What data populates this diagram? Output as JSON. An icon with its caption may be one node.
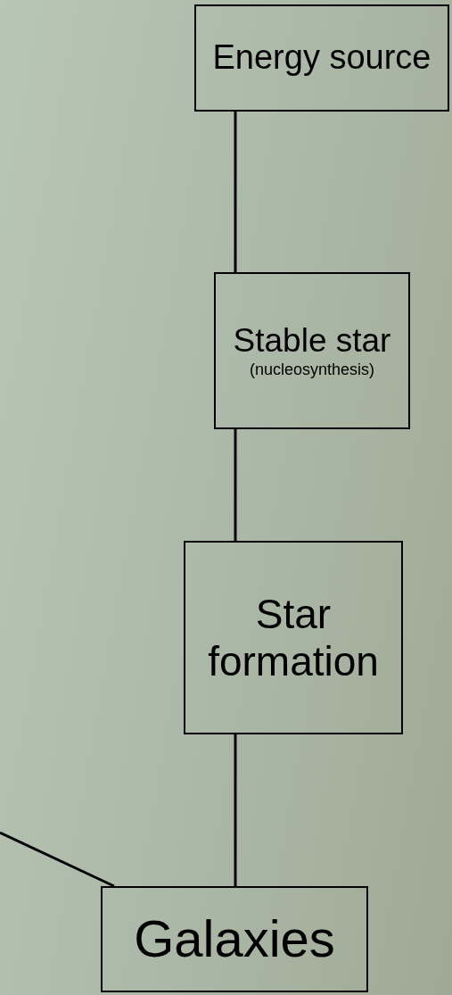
{
  "diagram": {
    "nodes": [
      {
        "text": [
          "Energy source"
        ]
      },
      {
        "text": [
          "Stable star",
          "(nucleosynthesis)"
        ]
      },
      {
        "text": [
          "Star formation"
        ]
      },
      {
        "text": [
          "Galaxies"
        ]
      }
    ],
    "edges": [
      {
        "from": 0,
        "to": 1,
        "arrow": "none"
      },
      {
        "from": 1,
        "to": 2,
        "arrow": "none"
      },
      {
        "from": 2,
        "to": 3,
        "arrow": "none"
      },
      {
        "from": null,
        "to": 3,
        "arrow": "none"
      }
    ]
  }
}
